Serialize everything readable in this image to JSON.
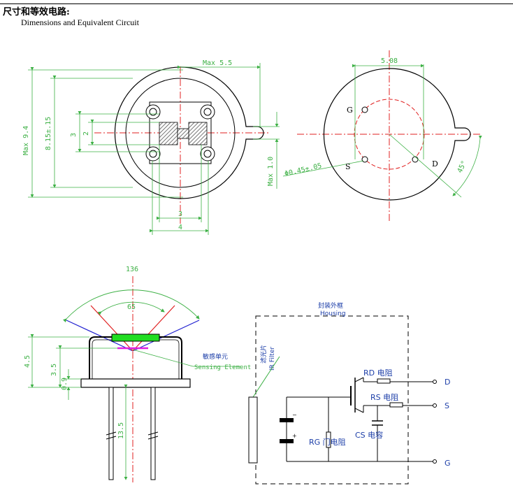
{
  "header": {
    "title_cn": "尺寸和等效电路:",
    "title_en": "Dimensions and Equivalent Circuit"
  },
  "top_view": {
    "max_width": "Max 5.5",
    "max_height": "Max 9.4",
    "window": "8.15±.15",
    "dim_3_left": "3",
    "dim_2_left": "2",
    "dim_3_bottom": "3",
    "dim_4_bottom": "4",
    "tab_height": "Max 1.0"
  },
  "bottom_view": {
    "pitch": "5.08",
    "pin_dia": "Φ0.45±.05",
    "angle": "45°",
    "pin_g": "G",
    "pin_s": "S",
    "pin_d": "D"
  },
  "side_view": {
    "fov_wide": "136",
    "fov_narrow": "65",
    "h_total": "4.5",
    "h_element": "3.5",
    "h_flange": "0.9",
    "lead_len": "13.5",
    "sensing_cn": "敏感单元",
    "sensing_en": "Sensing Element"
  },
  "circuit": {
    "housing_cn": "封装外框",
    "housing_en": "Housing",
    "filter_cn": "滤光片",
    "filter_en": "IR Filter",
    "rd_label": "RD 电阻",
    "rs_label": "RS 电阻",
    "cs_label": "CS 电容",
    "rg_label": "RG 门电阻",
    "term_d": "D",
    "term_s": "S",
    "term_g": "G"
  },
  "colors": {
    "dimension": "#3cb044",
    "centerline": "#e02020",
    "fov_blue": "#2020d0",
    "label_blue": "#1c3ea8",
    "filter_green": "#22dd22",
    "element_magenta": "#e020e0"
  }
}
